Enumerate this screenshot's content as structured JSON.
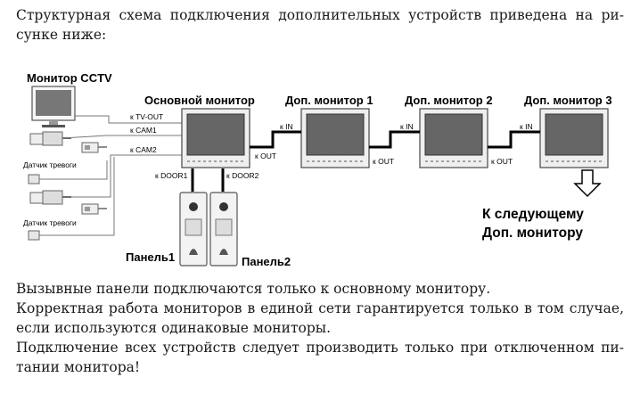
{
  "intro": {
    "line1": "Структурная схема подключения дополнительных устройств приведена на ри-",
    "line2": "сунке ниже:"
  },
  "diagram": {
    "cctv_title": "Монитор CCTV",
    "main_title": "Основной монитор",
    "ext1_title": "Доп. монитор 1",
    "ext2_title": "Доп. монитор 2",
    "ext3_title": "Доп. монитор 3",
    "tv_out": "к TV-OUT",
    "cam1": "к CAM1",
    "cam2": "к CAM2",
    "sensor1": "Датчик тревоги",
    "sensor2": "Датчик тревоги",
    "door1": "к DOOR1",
    "door2": "к DOOR2",
    "panel1": "Панель1",
    "panel2": "Панель2",
    "k_out_main": "к OUT",
    "k_in_1": "к IN",
    "k_out_1": "к OUT",
    "k_in_2": "к IN",
    "k_out_2": "к OUT",
    "k_in_3": "к IN",
    "next_line1": "К следующему",
    "next_line2": "Доп. монитору"
  },
  "notes": [
    "Вызывные панели подключаются только к основному монитору.",
    "Корректная работа мониторов в единой сети гарантируется только в том случае,",
    "если используются одинаковые мониторы.",
    "Подключение всех устройств следует производить только при отключенном пи-",
    "тании монитора!"
  ]
}
